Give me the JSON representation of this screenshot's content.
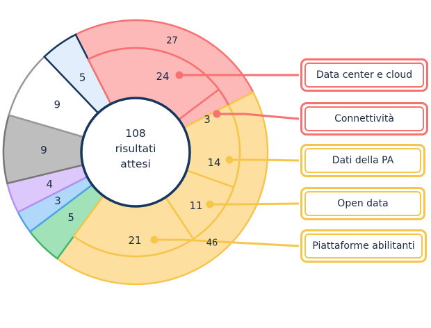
{
  "center": {
    "value": "108",
    "line1": "risultati",
    "line2": "attesi"
  },
  "chart_data": {
    "type": "sunburst",
    "total": 108,
    "outer_ring": [
      {
        "value": 27,
        "color": "#f87171",
        "fill": "#fdb8b8"
      },
      {
        "value": 46,
        "color": "#f6c64c",
        "fill": "#fde0a0"
      },
      {
        "value": 5,
        "color": "#3fb56a",
        "fill": "#a1e2b8"
      },
      {
        "value": 3,
        "color": "#4fa2e8",
        "fill": "#b0d8fb"
      },
      {
        "value": 4,
        "color": "#b490f0",
        "fill": "#dcc8fb"
      },
      {
        "value": 9,
        "color": "#777777",
        "fill": "#bebebe"
      },
      {
        "value": 9,
        "color": "#999999",
        "fill": "#ffffff"
      },
      {
        "value": 5,
        "color": "#17365d",
        "fill": "#e3eefc"
      }
    ],
    "inner_ring": [
      {
        "value": 24,
        "group": 0,
        "color": "#f87171",
        "fill": "#fdb8b8"
      },
      {
        "value": 3,
        "group": 0,
        "color": "#f87171",
        "fill": "#fdb8b8"
      },
      {
        "value": 14,
        "group": 1,
        "color": "#f6c64c",
        "fill": "#fde0a0"
      },
      {
        "value": 11,
        "group": 1,
        "color": "#f6c64c",
        "fill": "#fde0a0"
      },
      {
        "value": 21,
        "group": 1,
        "color": "#f6c64c",
        "fill": "#fde0a0"
      }
    ],
    "callouts": [
      {
        "label": "Data center e cloud",
        "color": "#f87171",
        "segment": 0
      },
      {
        "label": "Connettività",
        "color": "#f87171",
        "segment": 1
      },
      {
        "label": "Dati della PA",
        "color": "#f6c64c",
        "segment": 2
      },
      {
        "label": "Open data",
        "color": "#f6c64c",
        "segment": 3
      },
      {
        "label": "Piattaforme abilitanti",
        "color": "#f6c64c",
        "segment": 4
      }
    ]
  }
}
